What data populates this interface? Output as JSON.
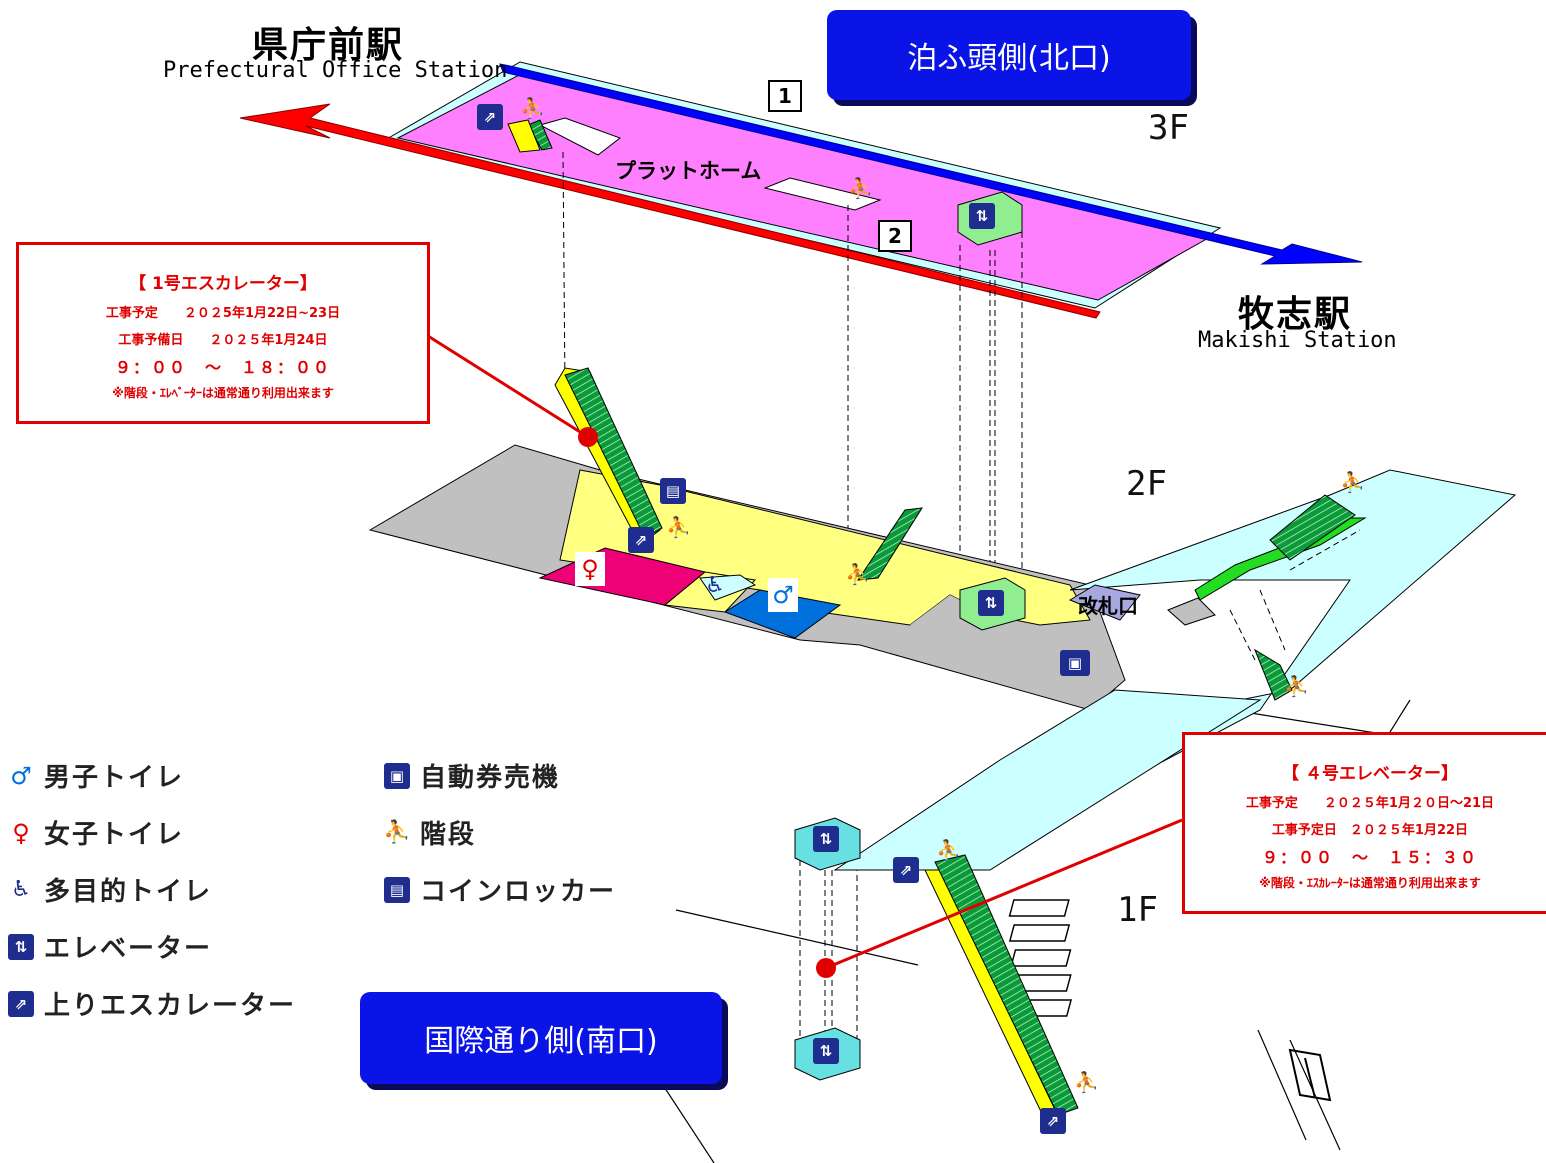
{
  "stations": {
    "west": {
      "name_ja": "県庁前駅",
      "name_en": "Prefectural Office Station"
    },
    "east": {
      "name_ja": "牧志駅",
      "name_en": "Makishi Station"
    }
  },
  "exits": {
    "north": "泊ふ頭側(北口)",
    "south": "国際通り側(南口)"
  },
  "floors": {
    "f3": "3F",
    "f2": "2F",
    "f1": "1F"
  },
  "labels": {
    "platform": "プラットホーム",
    "ticket_gate": "改札口",
    "track1": "1",
    "track2": "2"
  },
  "notices": {
    "escalator1": {
      "title": "【 1号エスカレーター】",
      "line1": "工事予定　　２０２5年1月22日~23日",
      "line2": "工事予備日　　２０２５年1月24日",
      "line3": "９：００　～　１８：００",
      "note": "※階段・ｴﾚﾍﾞｰﾀｰは通常通り利用出来ます"
    },
    "elevator4": {
      "title": "【 ４号エレベーター】",
      "line1": "工事予定　　２０２５年1月２０日～21日",
      "line2": "工事予定日　２０２５年1月22日",
      "line3": "９：００　～　１５：３０",
      "note": "※階段・ｴｽｶﾚｰﾀｰは通常通り利用出来ます"
    }
  },
  "legend": {
    "mens_toilet": "男子トイレ",
    "womens_toilet": "女子トイレ",
    "multipurpose_toilet": "多目的トイレ",
    "elevator": "エレベーター",
    "up_escalator": "上りエスカレーター",
    "ticket_machine": "自動券売機",
    "stairs": "階段",
    "coin_locker": "コインロッカー"
  },
  "colors": {
    "platform": "#ff80ff",
    "concourse": "#ffff80",
    "walkway": "#ccffff",
    "gray_area": "#c0c0c0",
    "womens_toilet": "#ee0077",
    "mens_toilet": "#0070dd",
    "escalator": "#0a9a3a",
    "rail_red": "#ff0000",
    "rail_blue": "#0000ff",
    "exit_button": "#0a14e6",
    "notice": "#e00000"
  }
}
